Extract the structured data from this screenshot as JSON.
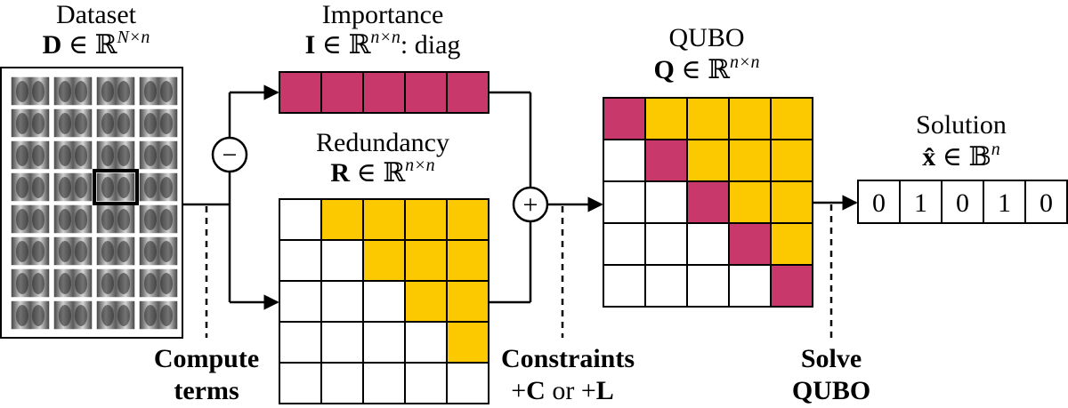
{
  "colors": {
    "importance": "#c8386a",
    "redundancy": "#fcc800",
    "empty": "#ffffff",
    "stroke": "#000000"
  },
  "dataset": {
    "title": "Dataset",
    "symbol_bold": "D",
    "symbol_rest": " ∈ ℝ",
    "superscript": "N×n"
  },
  "importance": {
    "title": "Importance",
    "symbol_bold": "I",
    "symbol_rest": " ∈ ℝ",
    "superscript": "n×n",
    "suffix": ": diag"
  },
  "redundancy": {
    "title": "Redundancy",
    "symbol_bold": "R",
    "symbol_rest": " ∈ ℝ",
    "superscript": "n×n"
  },
  "qubo": {
    "title": "QUBO",
    "symbol_bold": "Q",
    "symbol_rest": " ∈ ℝ",
    "superscript": "n×n"
  },
  "solution": {
    "title": "Solution",
    "symbol_bold": "x̂",
    "symbol_rest": " ∈ 𝔹",
    "superscript": "n",
    "values": [
      "0",
      "1",
      "0",
      "1",
      "0"
    ]
  },
  "operators": {
    "minus": "−",
    "plus": "+"
  },
  "steps": {
    "compute_line1": "Compute",
    "compute_line2": "terms",
    "constraints_line1": "Constraints",
    "constraints_line2_pre": "+",
    "constraints_c": "C",
    "constraints_or": " or +",
    "constraints_l": "L",
    "solve_line1": "Solve",
    "solve_line2": "QUBO"
  }
}
